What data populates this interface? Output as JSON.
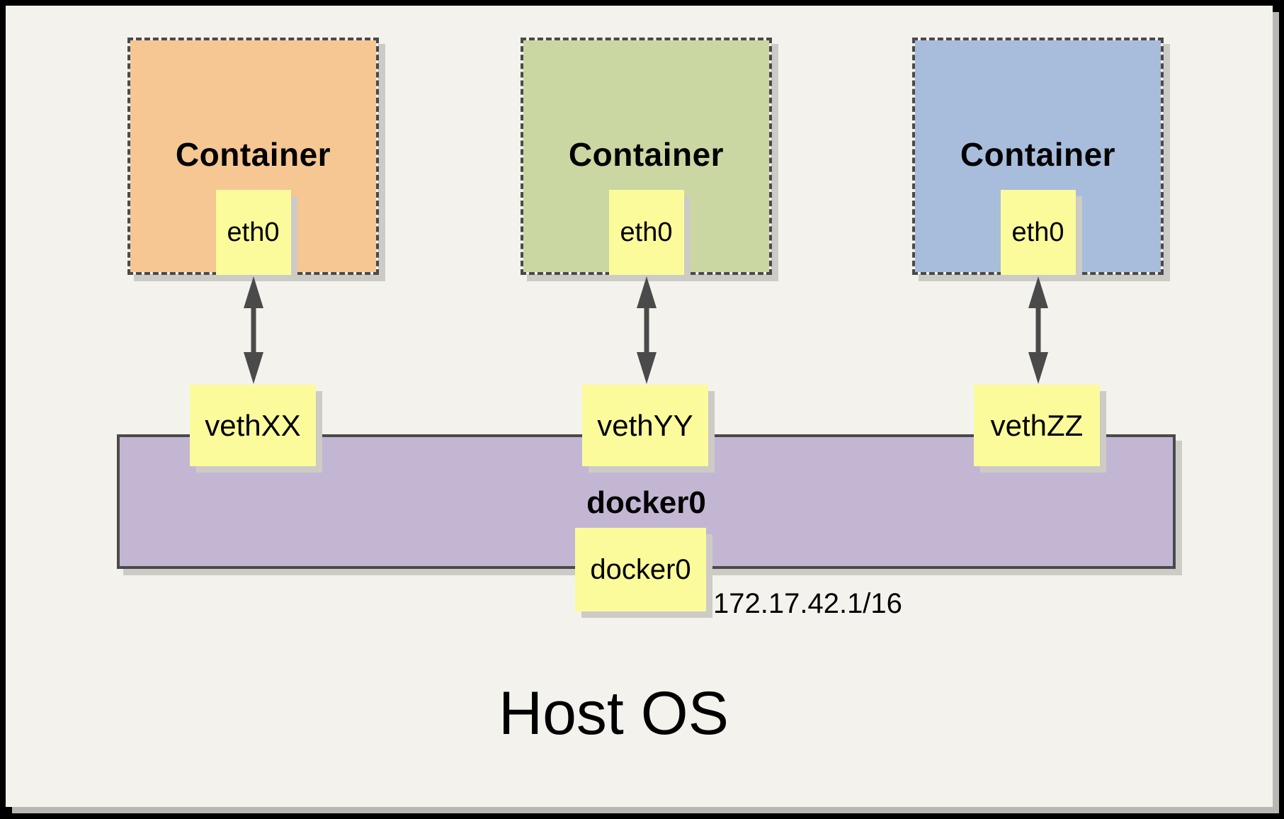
{
  "frame": {
    "outer_border_color": "#000000",
    "page_background": "#F4F2EC",
    "shadow_color": "#CDCBC6"
  },
  "containers": [
    {
      "title": "Container",
      "interface_label": "eth0",
      "fill": "#F6C693"
    },
    {
      "title": "Container",
      "interface_label": "eth0",
      "fill": "#CBD7A2"
    },
    {
      "title": "Container",
      "interface_label": "eth0",
      "fill": "#A8BDDB"
    }
  ],
  "veths": [
    {
      "label": "vethXX"
    },
    {
      "label": "vethYY"
    },
    {
      "label": "vethZZ"
    }
  ],
  "bridge": {
    "title": "docker0",
    "interface_label": "docker0",
    "ip": "172.17.42.1/16",
    "fill": "#C3B6D3"
  },
  "host": {
    "title": "Host OS"
  },
  "colors": {
    "node_fill": "#FBFB9C",
    "line_color": "#4A4A4A",
    "border_dash_color": "#4A4A4A"
  }
}
